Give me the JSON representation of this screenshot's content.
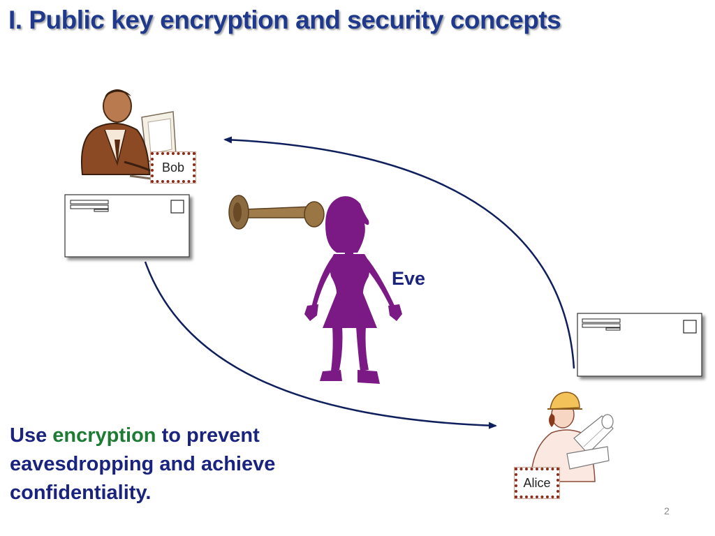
{
  "slide": {
    "title": "I. Public key encryption and security concepts",
    "page_number": "2"
  },
  "diagram": {
    "bob_label": "Bob",
    "alice_label": "Alice",
    "eve_label": "Eve",
    "colors": {
      "arrow": "#0f1f5c",
      "eve": "#7b1a84",
      "tag_border": "#8b2a1a",
      "horn": "#8a6a3e"
    }
  },
  "caption": {
    "before": "Use ",
    "highlight": "encryption",
    "after": " to prevent eavesdropping and achieve confidentiality.",
    "text_color": "#1a237e",
    "highlight_color": "#1e7b34"
  }
}
